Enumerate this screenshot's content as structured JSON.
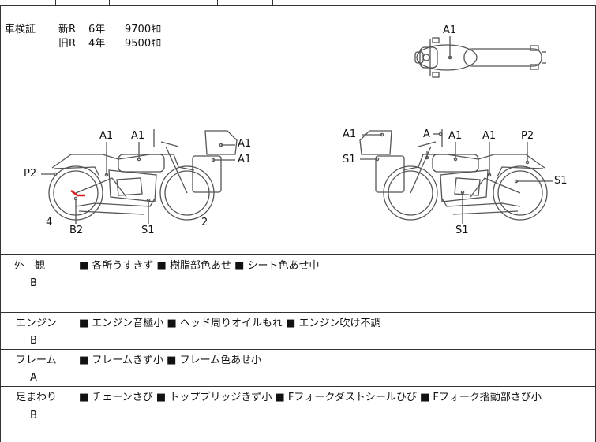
{
  "registration": {
    "label": "車検証",
    "rows": [
      {
        "type": "新R",
        "years": "6年",
        "price": "9700ｷﾛ"
      },
      {
        "type": "旧R",
        "years": "4年",
        "price": "9500ｷﾛ"
      }
    ]
  },
  "diagram": {
    "top_labels": [
      "A1"
    ],
    "left_labels": {
      "a1_a": "A1",
      "a1_b": "A1",
      "a1_c": "A1",
      "a1_d": "A1",
      "p2": "P2",
      "b2": "B2",
      "s1": "S1",
      "n4": "4",
      "n2": "2"
    },
    "right_labels": {
      "a1_a": "A1",
      "a_": "A",
      "a1_b": "A1",
      "a1_c": "A1",
      "p2": "P2",
      "s1_a": "S1",
      "s1_b": "S1",
      "s1_c": "S1"
    }
  },
  "sections": [
    {
      "name": "外　観",
      "grade": "B",
      "items": "■ 各所うすきず ■ 樹脂部色あせ ■ シート色あせ中"
    },
    {
      "name": "エンジン",
      "grade": "B",
      "items": "■ エンジン音極小 ■ ヘッド周りオイルもれ ■ エンジン吹け不調"
    },
    {
      "name": "フレーム",
      "grade": "A",
      "items": "■ フレームきず小 ■ フレーム色あせ小"
    },
    {
      "name": "足まわり",
      "grade": "B",
      "items": "■ チェーンさび ■ トップブリッジきず小 ■ Fフォークダストシールひび ■ Fフォーク摺動部さび小"
    }
  ],
  "colors": {
    "line": "#333333",
    "damage_mark": "#d42020"
  }
}
